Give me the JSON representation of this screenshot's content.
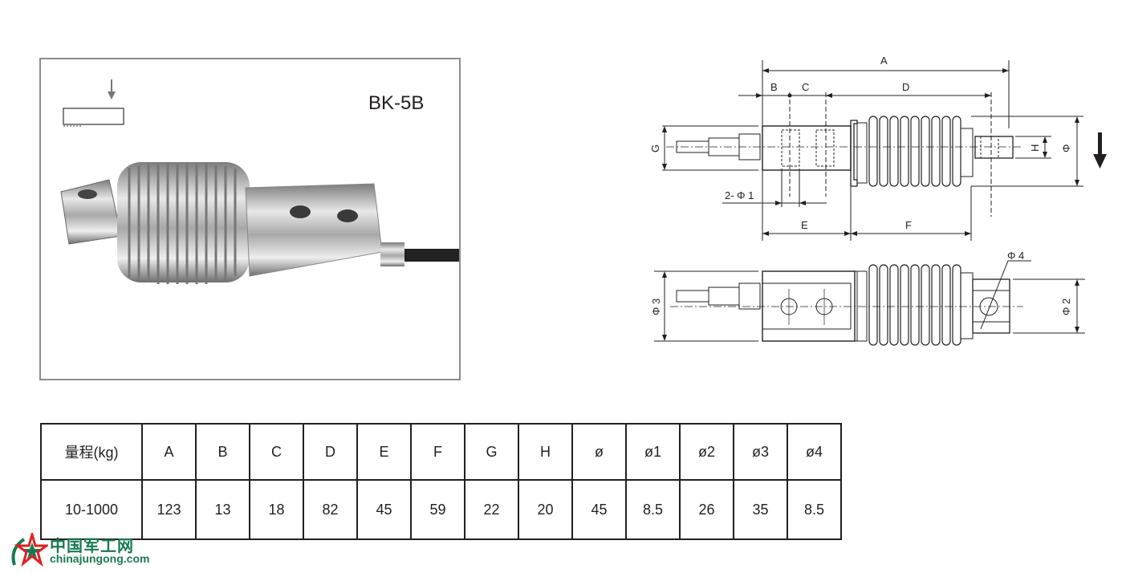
{
  "product": {
    "model": "BK-5B"
  },
  "drawing_labels": {
    "A": "A",
    "B": "B",
    "C": "C",
    "D": "D",
    "E": "E",
    "F": "F",
    "G": "G",
    "H": "H",
    "phi": "Φ",
    "phi1": "2- Φ 1",
    "phi2": "Φ 2",
    "phi3": "Φ 3",
    "phi4": "Φ 4"
  },
  "table": {
    "headers": [
      "量程(kg)",
      "A",
      "B",
      "C",
      "D",
      "E",
      "F",
      "G",
      "H",
      "ø",
      "ø1",
      "ø2",
      "ø3",
      "ø4"
    ],
    "rows": [
      [
        "10-1000",
        "123",
        "13",
        "18",
        "82",
        "45",
        "59",
        "22",
        "20",
        "45",
        "8.5",
        "26",
        "35",
        "8.5"
      ]
    ]
  },
  "watermark": {
    "name": "中国军工网",
    "url": "chinajungong.com"
  }
}
